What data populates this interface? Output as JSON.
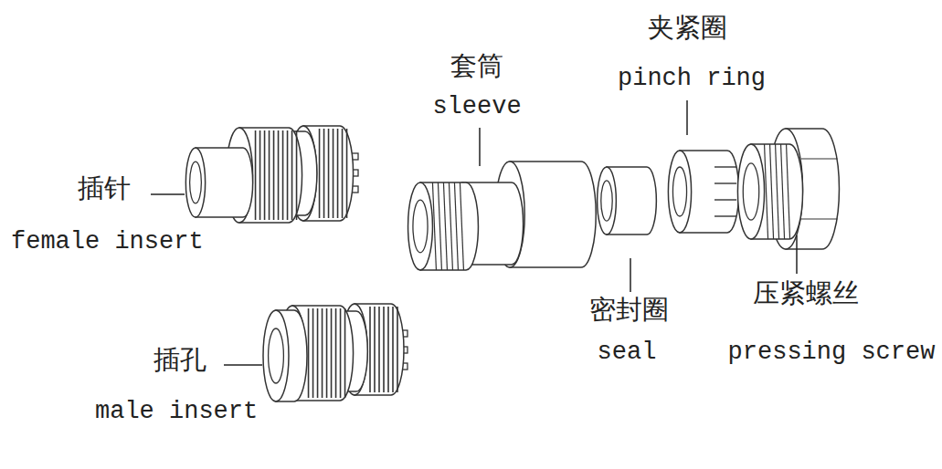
{
  "diagram": {
    "labels": [
      "套筒",
      "sleeve",
      "夹紧圈",
      "pinch ring",
      "插针",
      "female insert",
      "密封圈",
      "seal",
      "压紧螺丝",
      "pressing screw",
      "插孔",
      "male insert"
    ]
  }
}
